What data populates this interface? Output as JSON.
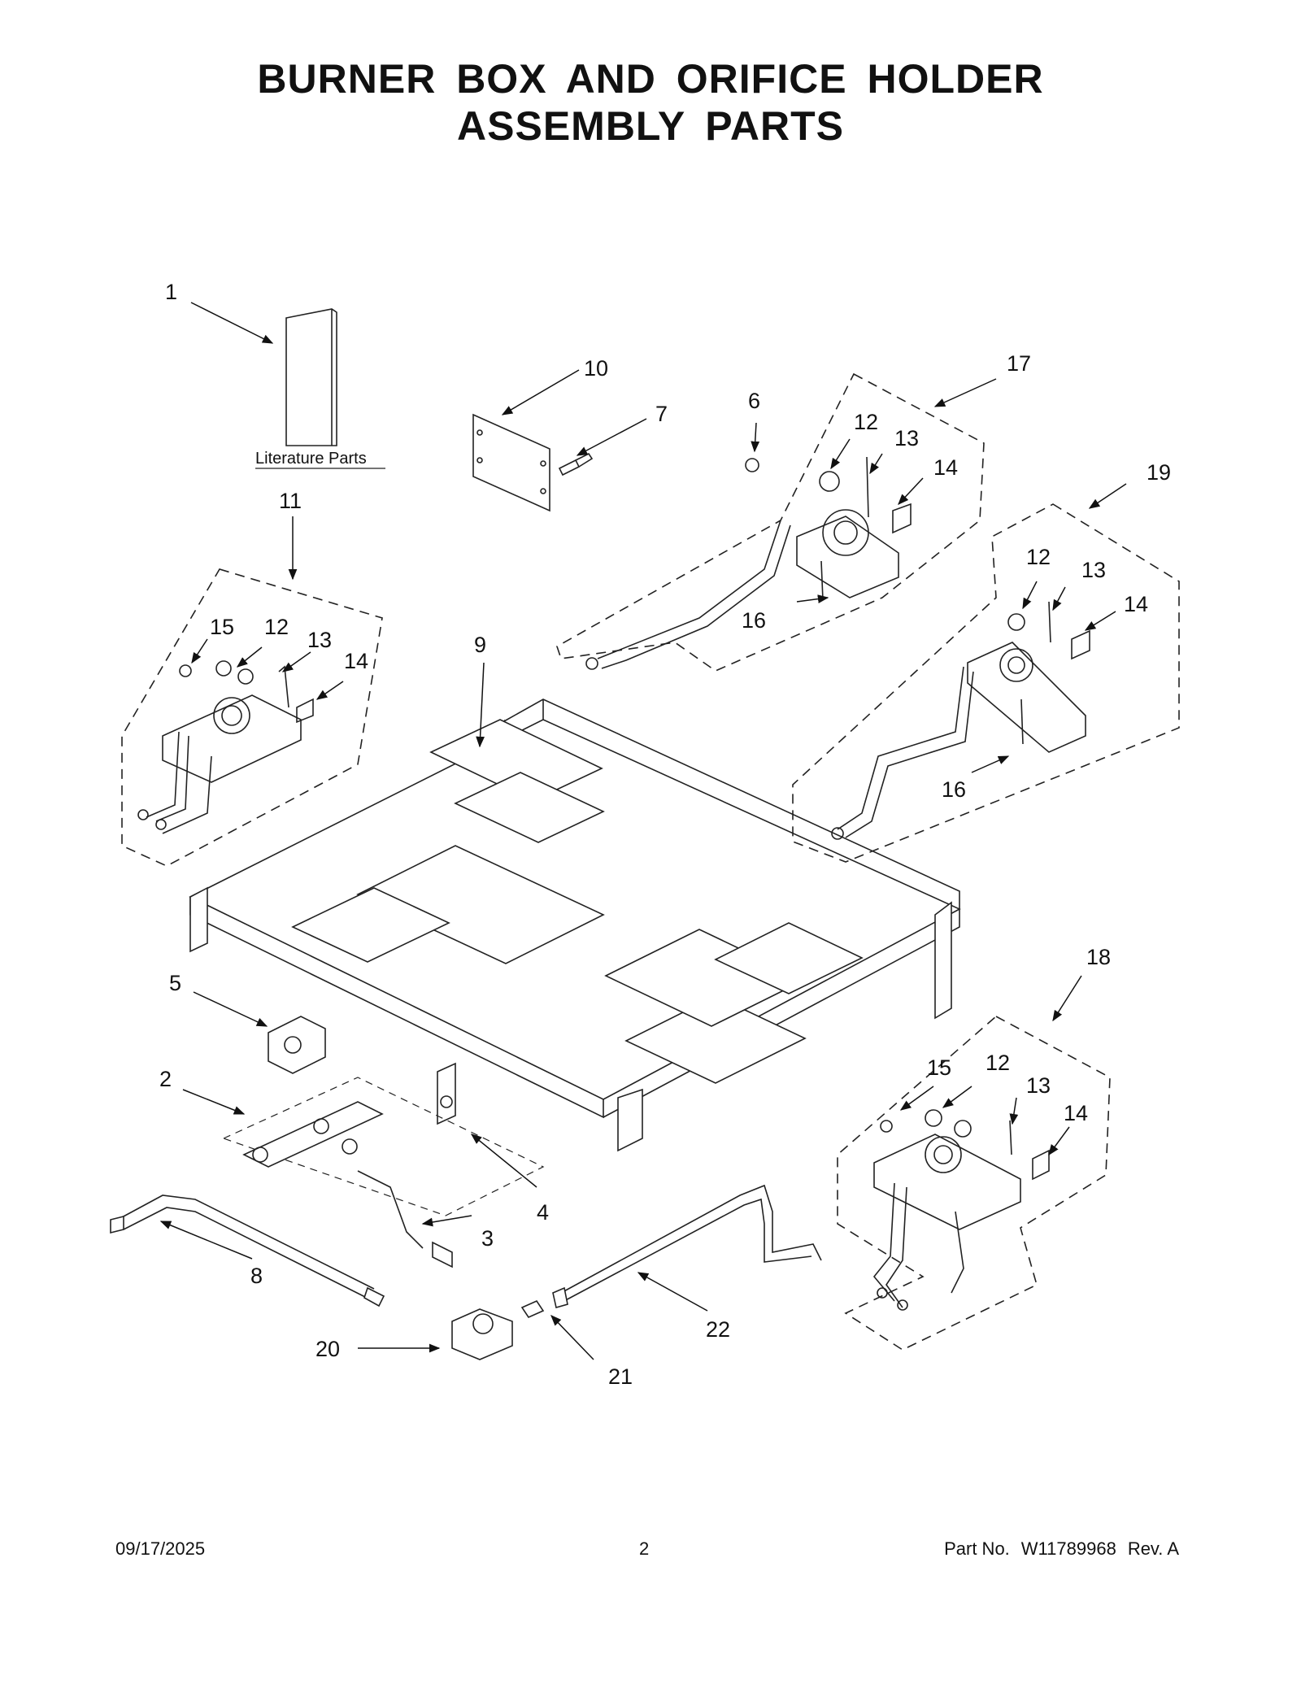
{
  "page": {
    "title_line1": "BURNER BOX AND ORIFICE HOLDER",
    "title_line2": "ASSEMBLY PARTS"
  },
  "diagram": {
    "literature_label": "Literature Parts",
    "callouts": {
      "c1": "1",
      "c2": "2",
      "c3": "3",
      "c4": "4",
      "c5": "5",
      "c6": "6",
      "c7": "7",
      "c8": "8",
      "c9": "9",
      "c10": "10",
      "c11": "11",
      "c11_12": "12",
      "c11_13": "13",
      "c11_14": "14",
      "c11_15": "15",
      "c17": "17",
      "c17_12": "12",
      "c17_13": "13",
      "c17_14": "14",
      "c17_16": "16",
      "c19": "19",
      "c19_12": "12",
      "c19_13": "13",
      "c19_14": "14",
      "c19_16": "16",
      "c18": "18",
      "c18_12": "12",
      "c18_13": "13",
      "c18_14": "14",
      "c18_15": "15",
      "c20": "20",
      "c21": "21",
      "c22": "22"
    }
  },
  "footer": {
    "date": "09/17/2025",
    "page_number": "2",
    "part_label": "Part No.",
    "part_number": "W11789968",
    "revision": "Rev.  A"
  }
}
